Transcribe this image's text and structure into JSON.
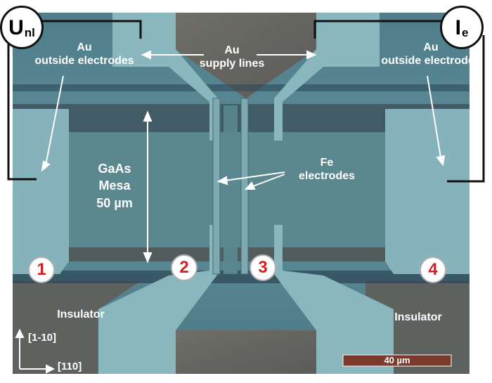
{
  "meters": {
    "left": {
      "symbol": "U",
      "subscript": "nl"
    },
    "right": {
      "symbol": "I",
      "subscript": "e"
    }
  },
  "labels": {
    "au_outside_left": {
      "line1": "Au",
      "line2": "outside electrodes"
    },
    "au_outside_right": {
      "line1": "Au",
      "line2": "outside electrodes"
    },
    "au_supply": {
      "line1": "Au",
      "line2": "supply lines"
    },
    "gaas_mesa": {
      "line1": "GaAs",
      "line2": "Mesa",
      "line3": "50 µm"
    },
    "fe_electrodes": {
      "line1": "Fe",
      "line2": "electrodes"
    },
    "insulator_left": "Insulator",
    "insulator_right": "Insulator"
  },
  "contacts": [
    "1",
    "2",
    "3",
    "4"
  ],
  "axes": {
    "vertical": "[1-10]",
    "horizontal": "[110]"
  },
  "scalebar": {
    "label": "40 µm"
  },
  "colors": {
    "substrate": "#5d8e9a",
    "gold_metal": "#8ab4bc",
    "insulator": "#6b6a66",
    "mesa": "#5f8b92",
    "contact_number": "#d81e1e",
    "scalebar": "#7a3b2c"
  }
}
